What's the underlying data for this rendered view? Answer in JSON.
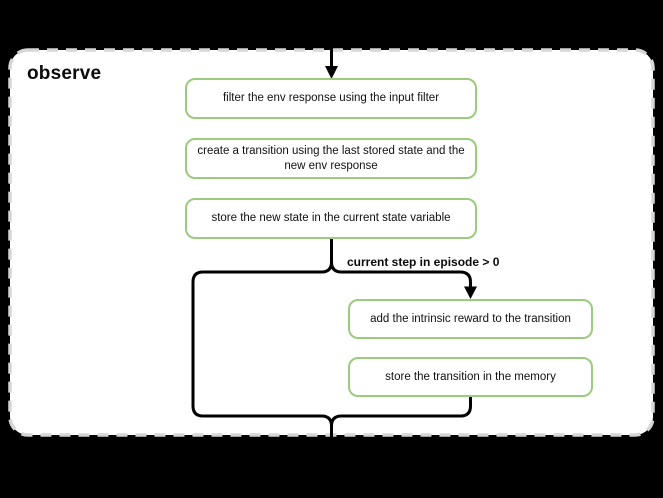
{
  "diagram": {
    "title": "observe",
    "condition_label": "current step in episode > 0",
    "nodes": [
      {
        "id": "filter-env-response",
        "label": "filter the env response using the input filter"
      },
      {
        "id": "create-transition",
        "label": "create a transition using the last stored state and the\nnew env response"
      },
      {
        "id": "store-new-state",
        "label": "store the new state in the current state variable"
      },
      {
        "id": "add-intrinsic-reward",
        "label": "add the intrinsic reward to the transition"
      },
      {
        "id": "store-transition",
        "label": "store the transition in the memory"
      }
    ]
  },
  "colors": {
    "node_border": "#9bcb7f",
    "connector": "#000000",
    "panel_fill": "#ffffff",
    "panel_dash_border": "#d6d6d6",
    "background": "#000000"
  }
}
